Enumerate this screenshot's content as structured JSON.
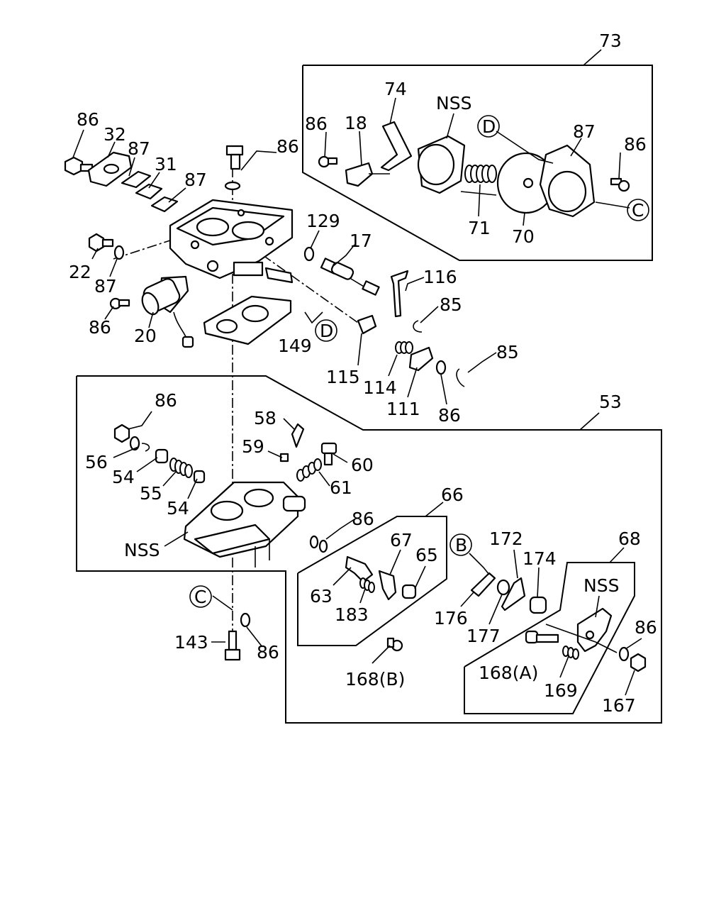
{
  "labels": {
    "l86_a": "86",
    "l32": "32",
    "l87_a": "87",
    "l31": "31",
    "l87_b": "87",
    "l86_b": "86",
    "l22": "22",
    "l87_c": "87",
    "l86_c": "86",
    "l20": "20",
    "l129": "129",
    "l17": "17",
    "l149": "149",
    "l_d1": "D",
    "l73": "73",
    "l74": "74",
    "l_nss1": "NSS",
    "l86_d": "86",
    "l18": "18",
    "l_d2": "D",
    "l87_d": "87",
    "l86_e": "86",
    "l71": "71",
    "l70": "70",
    "l_c1": "C",
    "l116": "116",
    "l85_a": "85",
    "l85_b": "85",
    "l115": "115",
    "l114": "114",
    "l111": "111",
    "l86_f": "86",
    "l53": "53",
    "l86_g": "86",
    "l58": "58",
    "l56": "56",
    "l54_a": "54",
    "l59": "59",
    "l60": "60",
    "l55": "55",
    "l61": "61",
    "l54_b": "54",
    "l_nss2": "NSS",
    "l66": "66",
    "l86_h": "86",
    "l67": "67",
    "l65": "65",
    "l63": "63",
    "l183": "183",
    "l168b": "168(B)",
    "l_b": "B",
    "l172": "172",
    "l174": "174",
    "l68": "68",
    "l_nss3": "NSS",
    "l176": "176",
    "l177": "177",
    "l86_i": "86",
    "l168a": "168(A)",
    "l169": "169",
    "l167": "167",
    "l_c2": "C",
    "l143": "143",
    "l86_j": "86"
  }
}
